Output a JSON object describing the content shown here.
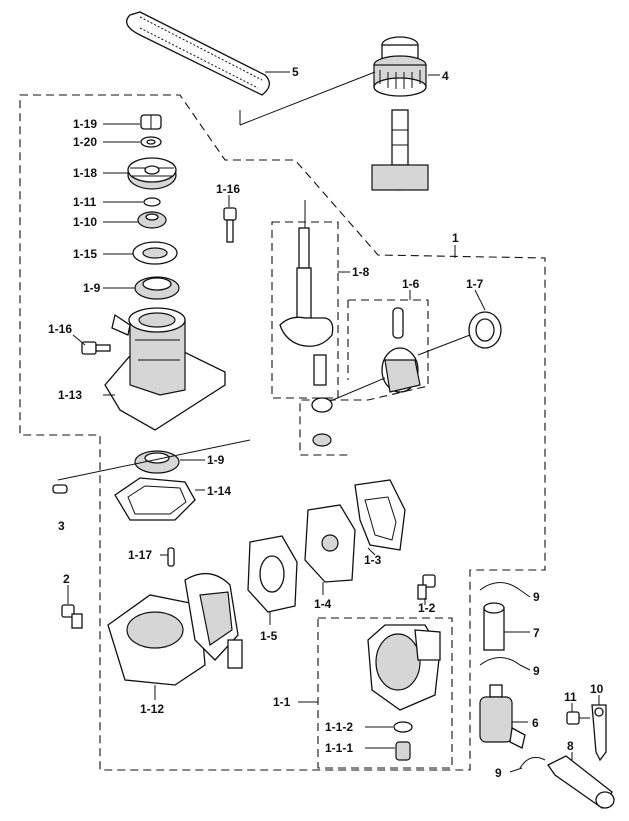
{
  "labels": [
    {
      "key": "p5",
      "text": "5"
    },
    {
      "key": "p4",
      "text": "4"
    },
    {
      "key": "p1_19",
      "text": "1-19"
    },
    {
      "key": "p1_20",
      "text": "1-20"
    },
    {
      "key": "p1_18",
      "text": "1-18"
    },
    {
      "key": "p1_16a",
      "text": "1-16"
    },
    {
      "key": "p1_11",
      "text": "1-11"
    },
    {
      "key": "p1_10",
      "text": "1-10"
    },
    {
      "key": "p1_15",
      "text": "1-15"
    },
    {
      "key": "p1_9a",
      "text": "1-9"
    },
    {
      "key": "p1_16b",
      "text": "1-16"
    },
    {
      "key": "p1_13",
      "text": "1-13"
    },
    {
      "key": "p1",
      "text": "1"
    },
    {
      "key": "p1_8",
      "text": "1-8"
    },
    {
      "key": "p1_6",
      "text": "1-6"
    },
    {
      "key": "p1_7",
      "text": "1-7"
    },
    {
      "key": "p1_9b",
      "text": "1-9"
    },
    {
      "key": "p1_14",
      "text": "1-14"
    },
    {
      "key": "p3",
      "text": "3"
    },
    {
      "key": "p1_17",
      "text": "1-17"
    },
    {
      "key": "p1_3",
      "text": "1-3"
    },
    {
      "key": "p2",
      "text": "2"
    },
    {
      "key": "p1_4",
      "text": "1-4"
    },
    {
      "key": "p1_2",
      "text": "1-2"
    },
    {
      "key": "p9a",
      "text": "9"
    },
    {
      "key": "p1_5",
      "text": "1-5"
    },
    {
      "key": "p7",
      "text": "7"
    },
    {
      "key": "p9b",
      "text": "9"
    },
    {
      "key": "p1_12",
      "text": "1-12"
    },
    {
      "key": "p1_1",
      "text": "1-1"
    },
    {
      "key": "p11",
      "text": "11"
    },
    {
      "key": "p10",
      "text": "10"
    },
    {
      "key": "p6",
      "text": "6"
    },
    {
      "key": "p1_1_2",
      "text": "1-1-2"
    },
    {
      "key": "p8",
      "text": "8"
    },
    {
      "key": "p1_1_1",
      "text": "1-1-1"
    },
    {
      "key": "p9c",
      "text": "9"
    }
  ]
}
